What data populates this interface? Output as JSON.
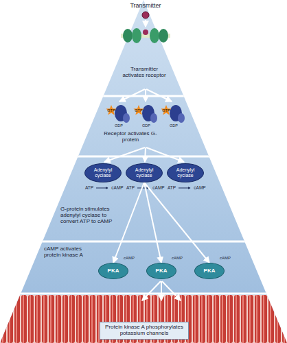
{
  "diagram": {
    "nodes": [
      {
        "text": [
          "Adenylyl cyclase"
        ]
      },
      {
        "text": [
          "Adenylyl cyclase"
        ]
      },
      {
        "text": [
          "Adenylyl cyclase"
        ]
      },
      {
        "text": [
          "PKA"
        ]
      },
      {
        "text": [
          "PKA"
        ]
      },
      {
        "text": [
          "PKA"
        ]
      },
      {
        "text": [
          "Protein kinase A phosphorylates potassium channels"
        ]
      }
    ],
    "edges": [
      {
        "from": 1,
        "to": 3,
        "arrow": "to"
      },
      {
        "from": 1,
        "to": 4,
        "arrow": "to"
      },
      {
        "from": 1,
        "to": 5,
        "arrow": "to"
      }
    ],
    "labels": [
      "Transmitter",
      "Transmitter activates receptor",
      "GTP",
      "GTP",
      "GTP",
      "GDP",
      "GDP",
      "GDP",
      "Receptor activates G-protein",
      "ATP",
      "cAMP",
      "ATP",
      "cAMP",
      "ATP",
      "cAMP",
      "G-protein stimulates adenylyl cyclase to convert ATP to cAMP",
      "cAMP activates protein kinase A",
      "cAMP",
      "cAMP",
      "cAMP"
    ]
  }
}
